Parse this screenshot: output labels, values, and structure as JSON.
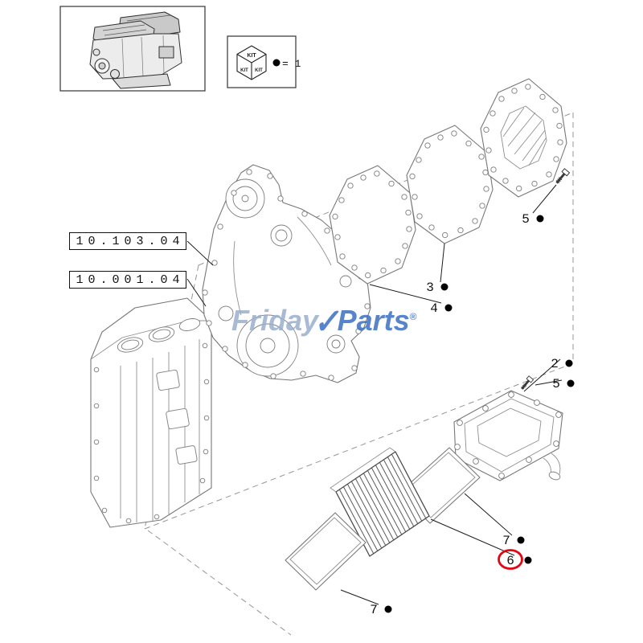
{
  "colors": {
    "part_line_gray": "#787878",
    "axis_dash_gray": "#969696",
    "leader_black": "#1c1c1c",
    "highlight_red": "#e30613",
    "watermark_gray": "#9bb0cd",
    "watermark_blue": "#3a6fc1"
  },
  "kit_legend": {
    "face_top": "KIT",
    "face_left": "KIT",
    "face_right": "KIT",
    "equals": "= 1"
  },
  "ref_labels": {
    "timing_cover": "10.103.04",
    "engine_block": "10.001.04"
  },
  "watermark": {
    "word1": "Friday",
    "check": "✓",
    "word2": "Parts",
    "reg": "®"
  },
  "callouts": {
    "gasket_mid": "3",
    "gasket_left": "4",
    "bolt_top": "5",
    "cooler_cover": "2",
    "bolt_mid": "5",
    "plate_upper": "7",
    "filter": "6",
    "plate_lower": "7"
  }
}
